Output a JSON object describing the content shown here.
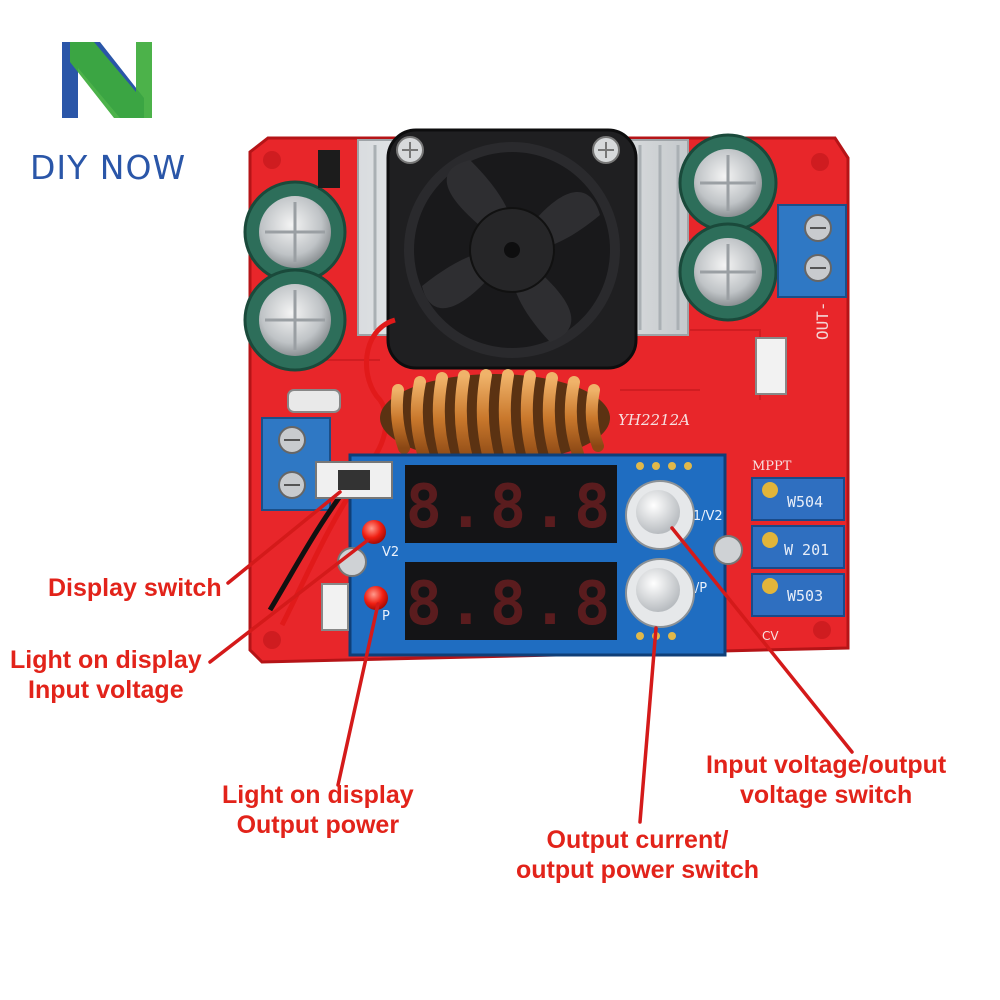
{
  "brand": {
    "name": "DIY NOW",
    "colors": {
      "blue": "#2a56a8",
      "green": "#3dab3b"
    }
  },
  "board": {
    "pcb_color": "#e8262a",
    "silkscreen": {
      "model": "YH2212A",
      "out_minus": "OUT-",
      "mppt": "MPPT",
      "pot_1": "W504",
      "pot_2": "W 201",
      "pot_3": "W503",
      "v_label": "V2",
      "p_label": "P",
      "btn_top": "V1/V2",
      "btn_bottom": "A/P",
      "cv_label": "CV"
    },
    "displays": {
      "top": "8.8.8",
      "bottom": "8.8.8",
      "digit_color": "#ff2a2a"
    }
  },
  "callouts": {
    "display_switch": "Display switch",
    "input_voltage_light": [
      "Light on display",
      "Input voltage"
    ],
    "output_power_light": [
      "Light on display",
      "Output power"
    ],
    "current_power_switch": [
      "Output current/",
      "output power switch"
    ],
    "voltage_switch": [
      "Input voltage/output",
      "voltage switch"
    ],
    "line_color": "#d41a1a"
  }
}
